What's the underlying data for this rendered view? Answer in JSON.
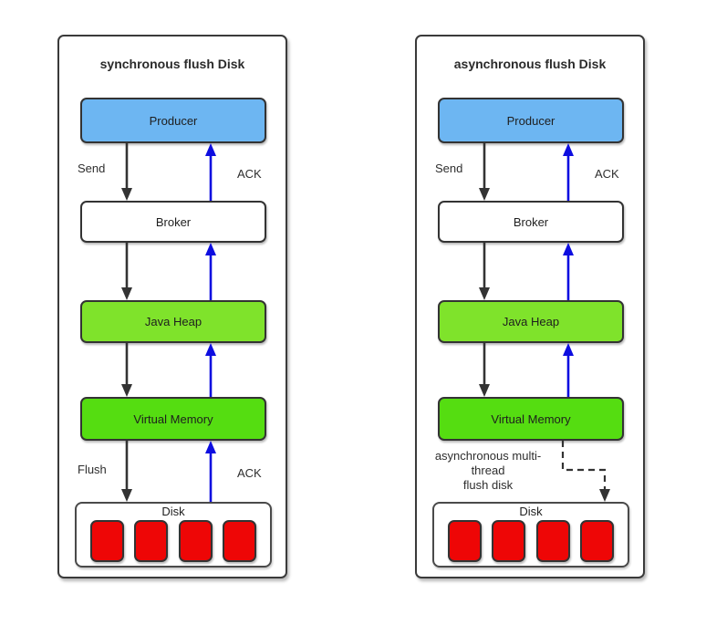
{
  "colors": {
    "producer_fill": "#6db6f2",
    "broker_fill": "#ffffff",
    "java_heap_fill": "#7fe32b",
    "virtual_memory_fill": "#55dd11",
    "disk_cell_fill": "#ee0606",
    "outline": "#333333",
    "ack_blue": "#0d0de0",
    "text": "#2b2b2b"
  },
  "panels": [
    {
      "title": "synchronous flush Disk",
      "boxes": {
        "producer": "Producer",
        "broker": "Broker",
        "java_heap": "Java Heap",
        "virtual_memory": "Virtual Memory",
        "disk": "Disk"
      },
      "labels": {
        "send": "Send",
        "ack_top": "ACK",
        "flush": "Flush",
        "ack_bottom": "ACK"
      }
    },
    {
      "title": "asynchronous flush Disk",
      "boxes": {
        "producer": "Producer",
        "broker": "Broker",
        "java_heap": "Java Heap",
        "virtual_memory": "Virtual Memory",
        "disk": "Disk"
      },
      "labels": {
        "send": "Send",
        "ack_top": "ACK",
        "note_lines": [
          "asynchronous multi-",
          "thread",
          "flush disk"
        ]
      }
    }
  ]
}
